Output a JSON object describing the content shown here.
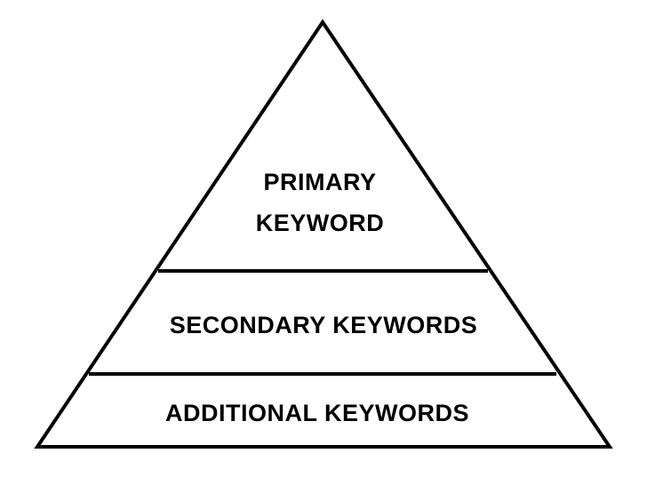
{
  "pyramid": {
    "levels": [
      {
        "lines": [
          "PRIMARY",
          "KEYWORD"
        ]
      },
      {
        "lines": [
          "SECONDARY KEYWORDS"
        ]
      },
      {
        "lines": [
          "ADDITIONAL KEYWORDS"
        ]
      }
    ]
  }
}
